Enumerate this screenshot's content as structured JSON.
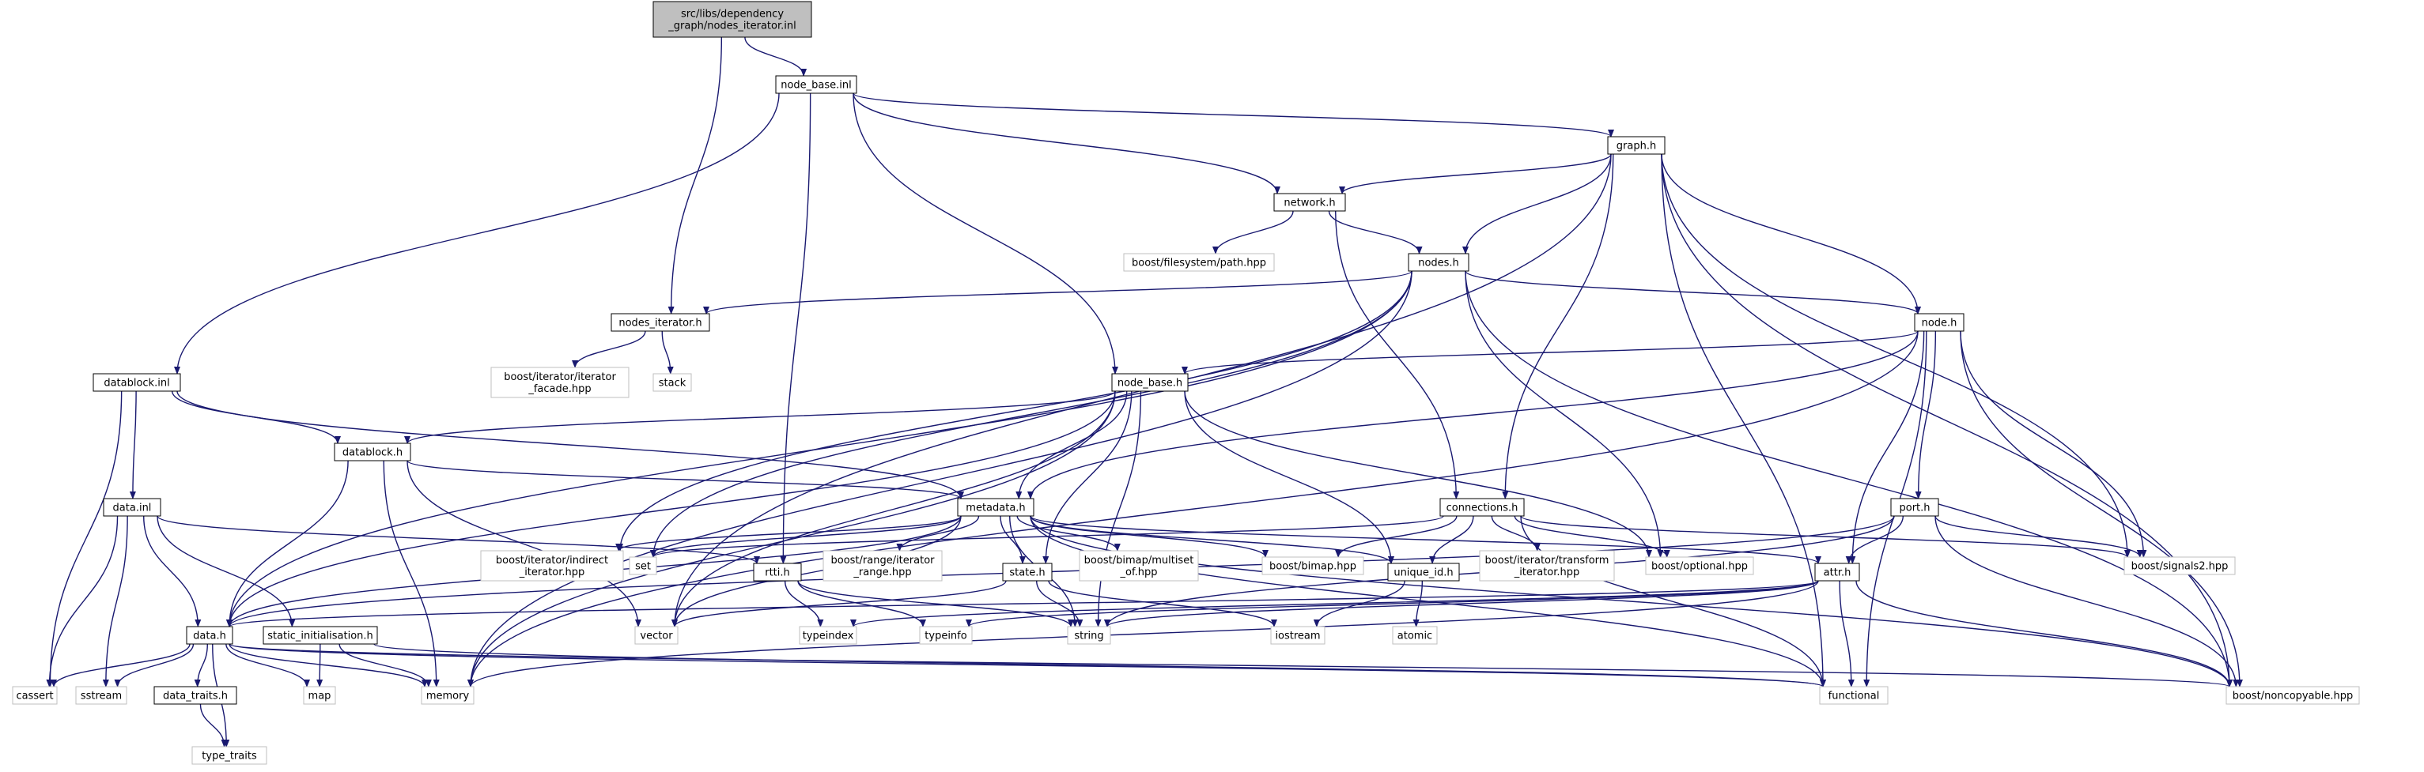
{
  "colors": {
    "edge": "#191970",
    "root_fill": "#bfbfbf",
    "file_border": "#000000",
    "system_border": "#bfbfbf",
    "background": "#ffffff"
  },
  "nodes": [
    {
      "id": "root",
      "lines": [
        "src/libs/dependency",
        "_graph/nodes_iterator.inl"
      ],
      "kind": "root"
    },
    {
      "id": "node_base_inl",
      "lines": [
        "node_base.inl"
      ],
      "kind": "file"
    },
    {
      "id": "graph_h",
      "lines": [
        "graph.h"
      ],
      "kind": "file"
    },
    {
      "id": "network_h",
      "lines": [
        "network.h"
      ],
      "kind": "file"
    },
    {
      "id": "boost_filesystem",
      "lines": [
        "boost/filesystem/path.hpp"
      ],
      "kind": "system"
    },
    {
      "id": "nodes_h",
      "lines": [
        "nodes.h"
      ],
      "kind": "file"
    },
    {
      "id": "nodes_iterator_h",
      "lines": [
        "nodes_iterator.h"
      ],
      "kind": "file"
    },
    {
      "id": "boost_iterator_facade",
      "lines": [
        "boost/iterator/iterator",
        "_facade.hpp"
      ],
      "kind": "system"
    },
    {
      "id": "stack",
      "lines": [
        "stack"
      ],
      "kind": "system"
    },
    {
      "id": "node_h",
      "lines": [
        "node.h"
      ],
      "kind": "file"
    },
    {
      "id": "datablock_inl",
      "lines": [
        "datablock.inl"
      ],
      "kind": "file"
    },
    {
      "id": "node_base_h",
      "lines": [
        "node_base.h"
      ],
      "kind": "file"
    },
    {
      "id": "datablock_h",
      "lines": [
        "datablock.h"
      ],
      "kind": "file"
    },
    {
      "id": "data_inl",
      "lines": [
        "data.inl"
      ],
      "kind": "file"
    },
    {
      "id": "metadata_h",
      "lines": [
        "metadata.h"
      ],
      "kind": "file"
    },
    {
      "id": "connections_h",
      "lines": [
        "connections.h"
      ],
      "kind": "file"
    },
    {
      "id": "port_h",
      "lines": [
        "port.h"
      ],
      "kind": "file"
    },
    {
      "id": "boost_indirect",
      "lines": [
        "boost/iterator/indirect",
        "_iterator.hpp"
      ],
      "kind": "system"
    },
    {
      "id": "set",
      "lines": [
        "set"
      ],
      "kind": "system"
    },
    {
      "id": "rtti_h",
      "lines": [
        "rtti.h"
      ],
      "kind": "file"
    },
    {
      "id": "boost_range",
      "lines": [
        "boost/range/iterator",
        "_range.hpp"
      ],
      "kind": "system"
    },
    {
      "id": "state_h",
      "lines": [
        "state.h"
      ],
      "kind": "file"
    },
    {
      "id": "boost_bimap_multiset",
      "lines": [
        "boost/bimap/multiset",
        "_of.hpp"
      ],
      "kind": "system"
    },
    {
      "id": "boost_bimap",
      "lines": [
        "boost/bimap.hpp"
      ],
      "kind": "system"
    },
    {
      "id": "unique_id_h",
      "lines": [
        "unique_id.h"
      ],
      "kind": "file"
    },
    {
      "id": "boost_transform",
      "lines": [
        "boost/iterator/transform",
        "_iterator.hpp"
      ],
      "kind": "system"
    },
    {
      "id": "boost_optional",
      "lines": [
        "boost/optional.hpp"
      ],
      "kind": "system"
    },
    {
      "id": "attr_h",
      "lines": [
        "attr.h"
      ],
      "kind": "file"
    },
    {
      "id": "boost_signals2",
      "lines": [
        "boost/signals2.hpp"
      ],
      "kind": "system"
    },
    {
      "id": "data_h",
      "lines": [
        "data.h"
      ],
      "kind": "file"
    },
    {
      "id": "static_init_h",
      "lines": [
        "static_initialisation.h"
      ],
      "kind": "file"
    },
    {
      "id": "vector",
      "lines": [
        "vector"
      ],
      "kind": "system"
    },
    {
      "id": "typeindex",
      "lines": [
        "typeindex"
      ],
      "kind": "system"
    },
    {
      "id": "typeinfo",
      "lines": [
        "typeinfo"
      ],
      "kind": "system"
    },
    {
      "id": "string",
      "lines": [
        "string"
      ],
      "kind": "system"
    },
    {
      "id": "iostream",
      "lines": [
        "iostream"
      ],
      "kind": "system"
    },
    {
      "id": "atomic",
      "lines": [
        "atomic"
      ],
      "kind": "system"
    },
    {
      "id": "cassert",
      "lines": [
        "cassert"
      ],
      "kind": "system"
    },
    {
      "id": "sstream",
      "lines": [
        "sstream"
      ],
      "kind": "system"
    },
    {
      "id": "data_traits_h",
      "lines": [
        "data_traits.h"
      ],
      "kind": "file"
    },
    {
      "id": "map",
      "lines": [
        "map"
      ],
      "kind": "system"
    },
    {
      "id": "memory",
      "lines": [
        "memory"
      ],
      "kind": "system"
    },
    {
      "id": "functional",
      "lines": [
        "functional"
      ],
      "kind": "system"
    },
    {
      "id": "boost_noncopyable",
      "lines": [
        "boost/noncopyable.hpp"
      ],
      "kind": "system"
    },
    {
      "id": "type_traits",
      "lines": [
        "type_traits"
      ],
      "kind": "system"
    }
  ],
  "edges": [
    [
      "root",
      "node_base_inl"
    ],
    [
      "root",
      "nodes_iterator_h"
    ],
    [
      "node_base_inl",
      "graph_h"
    ],
    [
      "node_base_inl",
      "network_h"
    ],
    [
      "node_base_inl",
      "datablock_inl"
    ],
    [
      "node_base_inl",
      "node_base_h"
    ],
    [
      "node_base_inl",
      "rtti_h"
    ],
    [
      "graph_h",
      "network_h"
    ],
    [
      "graph_h",
      "nodes_h"
    ],
    [
      "graph_h",
      "node_h"
    ],
    [
      "graph_h",
      "connections_h"
    ],
    [
      "graph_h",
      "boost_signals2"
    ],
    [
      "graph_h",
      "functional"
    ],
    [
      "graph_h",
      "boost_noncopyable"
    ],
    [
      "graph_h",
      "vector"
    ],
    [
      "network_h",
      "boost_filesystem"
    ],
    [
      "network_h",
      "nodes_h"
    ],
    [
      "network_h",
      "connections_h"
    ],
    [
      "nodes_h",
      "nodes_iterator_h"
    ],
    [
      "nodes_h",
      "node_h"
    ],
    [
      "nodes_h",
      "data_h"
    ],
    [
      "nodes_h",
      "boost_indirect"
    ],
    [
      "nodes_h",
      "set"
    ],
    [
      "nodes_h",
      "boost_optional"
    ],
    [
      "nodes_h",
      "memory"
    ],
    [
      "nodes_h",
      "boost_noncopyable"
    ],
    [
      "nodes_iterator_h",
      "boost_iterator_facade"
    ],
    [
      "nodes_iterator_h",
      "stack"
    ],
    [
      "node_h",
      "node_base_h"
    ],
    [
      "node_h",
      "metadata_h"
    ],
    [
      "node_h",
      "port_h"
    ],
    [
      "node_h",
      "attr_h"
    ],
    [
      "node_h",
      "boost_signals2"
    ],
    [
      "node_h",
      "memory"
    ],
    [
      "node_h",
      "functional"
    ],
    [
      "node_h",
      "boost_noncopyable"
    ],
    [
      "datablock_inl",
      "datablock_h"
    ],
    [
      "datablock_inl",
      "metadata_h"
    ],
    [
      "datablock_inl",
      "data_inl"
    ],
    [
      "datablock_inl",
      "cassert"
    ],
    [
      "node_base_h",
      "datablock_h"
    ],
    [
      "node_base_h",
      "metadata_h"
    ],
    [
      "node_base_h",
      "state_h"
    ],
    [
      "node_base_h",
      "unique_id_h"
    ],
    [
      "node_base_h",
      "data_h"
    ],
    [
      "node_base_h",
      "memory"
    ],
    [
      "node_base_h",
      "string"
    ],
    [
      "node_base_h",
      "boost_optional"
    ],
    [
      "node_base_h",
      "vector"
    ],
    [
      "datablock_h",
      "metadata_h"
    ],
    [
      "datablock_h",
      "data_h"
    ],
    [
      "datablock_h",
      "memory"
    ],
    [
      "datablock_h",
      "vector"
    ],
    [
      "data_inl",
      "data_h"
    ],
    [
      "data_inl",
      "rtti_h"
    ],
    [
      "data_inl",
      "static_init_h"
    ],
    [
      "data_inl",
      "cassert"
    ],
    [
      "data_inl",
      "sstream"
    ],
    [
      "metadata_h",
      "boost_indirect"
    ],
    [
      "metadata_h",
      "set"
    ],
    [
      "metadata_h",
      "boost_range"
    ],
    [
      "metadata_h",
      "state_h"
    ],
    [
      "metadata_h",
      "boost_bimap_multiset"
    ],
    [
      "metadata_h",
      "boost_bimap"
    ],
    [
      "metadata_h",
      "unique_id_h"
    ],
    [
      "metadata_h",
      "attr_h"
    ],
    [
      "metadata_h",
      "data_h"
    ],
    [
      "metadata_h",
      "vector"
    ],
    [
      "metadata_h",
      "string"
    ],
    [
      "metadata_h",
      "functional"
    ],
    [
      "metadata_h",
      "boost_noncopyable"
    ],
    [
      "connections_h",
      "set"
    ],
    [
      "connections_h",
      "boost_bimap"
    ],
    [
      "connections_h",
      "unique_id_h"
    ],
    [
      "connections_h",
      "boost_transform"
    ],
    [
      "connections_h",
      "boost_optional"
    ],
    [
      "connections_h",
      "boost_signals2"
    ],
    [
      "connections_h",
      "functional"
    ],
    [
      "port_h",
      "attr_h"
    ],
    [
      "port_h",
      "boost_signals2"
    ],
    [
      "port_h",
      "boost_noncopyable"
    ],
    [
      "port_h",
      "data_h"
    ],
    [
      "port_h",
      "string"
    ],
    [
      "rtti_h",
      "typeindex"
    ],
    [
      "rtti_h",
      "typeinfo"
    ],
    [
      "rtti_h",
      "string"
    ],
    [
      "state_h",
      "string"
    ],
    [
      "state_h",
      "iostream"
    ],
    [
      "state_h",
      "vector"
    ],
    [
      "unique_id_h",
      "atomic"
    ],
    [
      "unique_id_h",
      "iostream"
    ],
    [
      "attr_h",
      "data_h"
    ],
    [
      "attr_h",
      "typeinfo"
    ],
    [
      "attr_h",
      "string"
    ],
    [
      "attr_h",
      "memory"
    ],
    [
      "attr_h",
      "functional"
    ],
    [
      "attr_h",
      "boost_noncopyable"
    ],
    [
      "attr_h",
      "typeindex"
    ],
    [
      "data_h",
      "data_traits_h"
    ],
    [
      "data_h",
      "cassert"
    ],
    [
      "data_h",
      "sstream"
    ],
    [
      "data_h",
      "map"
    ],
    [
      "data_h",
      "memory"
    ],
    [
      "data_h",
      "functional"
    ],
    [
      "data_h",
      "boost_noncopyable"
    ],
    [
      "data_h",
      "type_traits"
    ],
    [
      "static_init_h",
      "map"
    ],
    [
      "static_init_h",
      "memory"
    ],
    [
      "static_init_h",
      "functional"
    ],
    [
      "data_traits_h",
      "type_traits"
    ]
  ]
}
